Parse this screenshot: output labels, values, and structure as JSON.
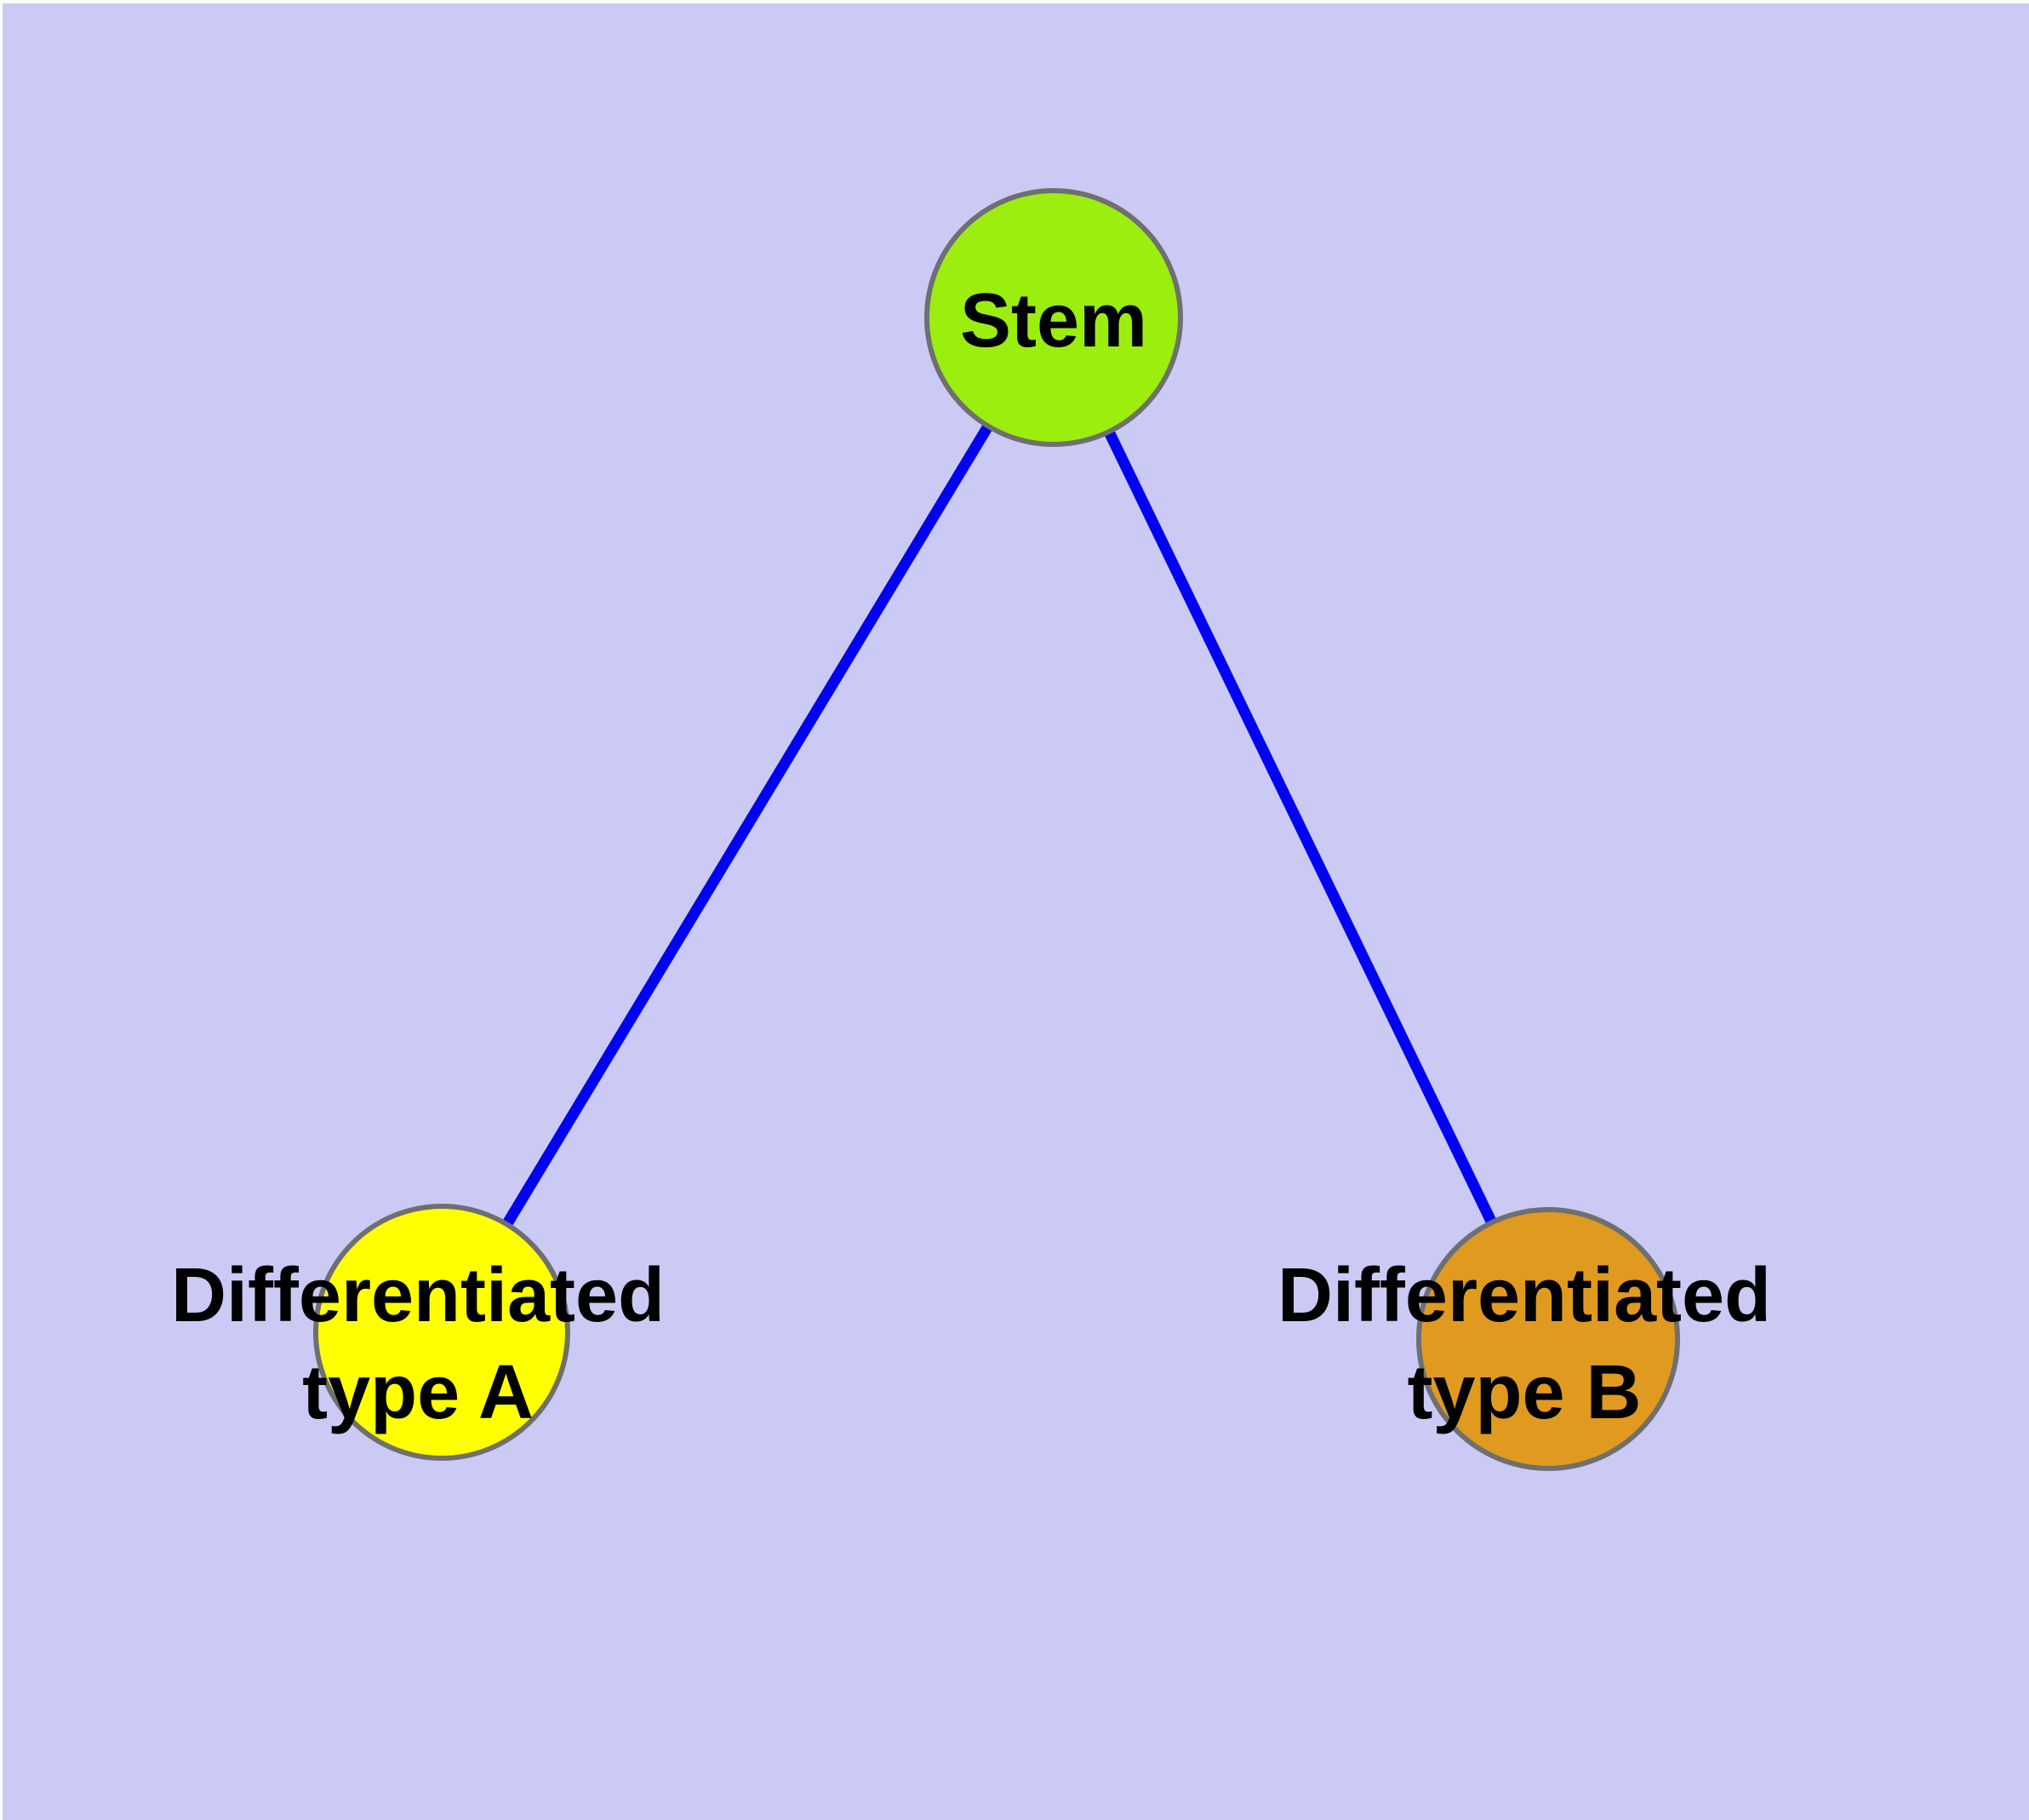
{
  "diagram": {
    "type": "node-link-graph",
    "background_color": "#CACAF5",
    "edge_color": "#0202F2",
    "node_border_color": "#6F6F6F",
    "label_color": "#000000",
    "nodes": [
      {
        "id": "stem",
        "label_lines": [
          "Stem"
        ],
        "fill": "#9BEE0E"
      },
      {
        "id": "type-a",
        "label_lines": [
          "Differentiated",
          "type A"
        ],
        "fill": "#FFFF00"
      },
      {
        "id": "type-b",
        "label_lines": [
          "Differentiated",
          "type B"
        ],
        "fill": "#E09A20"
      }
    ],
    "edges": [
      {
        "from": "Stem",
        "to": "Differentiated type A"
      },
      {
        "from": "Stem",
        "to": "Differentiated type B"
      }
    ]
  }
}
